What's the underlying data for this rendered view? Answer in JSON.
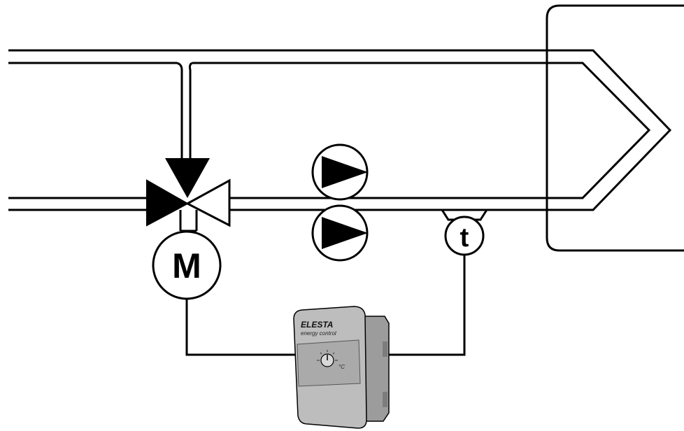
{
  "symbols": {
    "motor_label": "M",
    "sensor_label": "t"
  },
  "controller": {
    "brand": "ELESTA",
    "tagline": "energy control",
    "unit": "°C"
  },
  "colors": {
    "line": "#000000",
    "background": "#ffffff",
    "device_body": "#b9b9b9",
    "device_panel": "#a9a9a9"
  }
}
